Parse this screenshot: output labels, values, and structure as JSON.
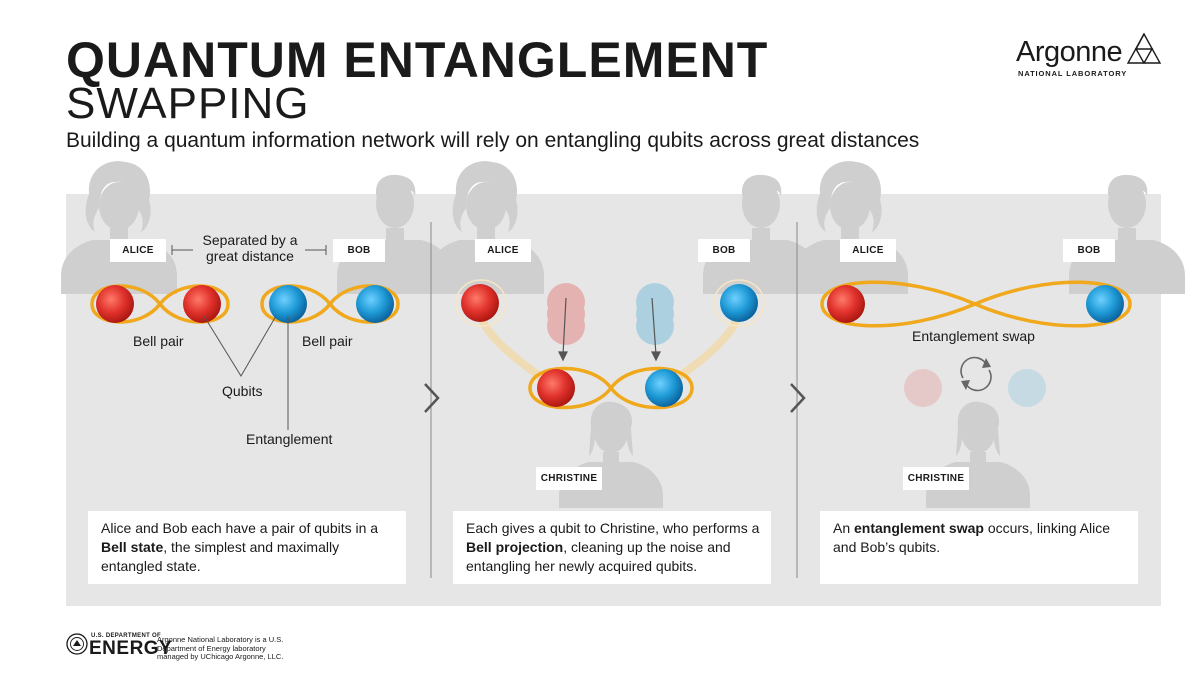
{
  "header": {
    "title": "QUANTUM ENTANGLEMENT",
    "title_sub": "SWAPPING",
    "subtitle": "Building a quantum information network will rely on entangling qubits across great distances"
  },
  "logo": {
    "name": "Argonne",
    "sub": "NATIONAL LABORATORY"
  },
  "panel1": {
    "alice": "ALICE",
    "bob": "BOB",
    "separation_line1": "Separated by a",
    "separation_line2": "great distance",
    "bell_pair_left": "Bell pair",
    "bell_pair_right": "Bell pair",
    "qubits": "Qubits",
    "entanglement": "Entanglement",
    "desc_pre": "Alice and Bob each have a pair of qubits in a ",
    "desc_bold": "Bell state",
    "desc_post": ", the simplest and maximally entangled state."
  },
  "panel2": {
    "alice": "ALICE",
    "bob": "BOB",
    "christine": "CHRISTINE",
    "desc_pre": "Each gives a qubit to Christine, who performs a ",
    "desc_bold": "Bell projection",
    "desc_post": ", cleaning up the noise and entangling her newly acquired qubits."
  },
  "panel3": {
    "alice": "ALICE",
    "bob": "BOB",
    "christine": "CHRISTINE",
    "swap_label": "Entanglement swap",
    "desc_pre": "An ",
    "desc_bold": "entanglement swap",
    "desc_post": " occurs, linking Alice and Bob’s qubits."
  },
  "footer": {
    "doe_top": "U.S. DEPARTMENT OF",
    "doe_big": "ENERGY",
    "note": "Argonne National Laboratory is a U.S. Department of Energy laboratory managed by UChicago Argonne, LLC."
  },
  "colors": {
    "qubit_red": "#e0312b",
    "qubit_blue": "#1e9ad6",
    "entanglement_orange": "#f0a81c",
    "panel_gray": "#e6e6e6",
    "silhouette_gray": "#cfcfcf"
  },
  "icons": [
    "person-silhouette-icon",
    "chevron-right-icon",
    "swap-arrows-icon",
    "argonne-triangle-icon",
    "doe-seal-icon"
  ]
}
